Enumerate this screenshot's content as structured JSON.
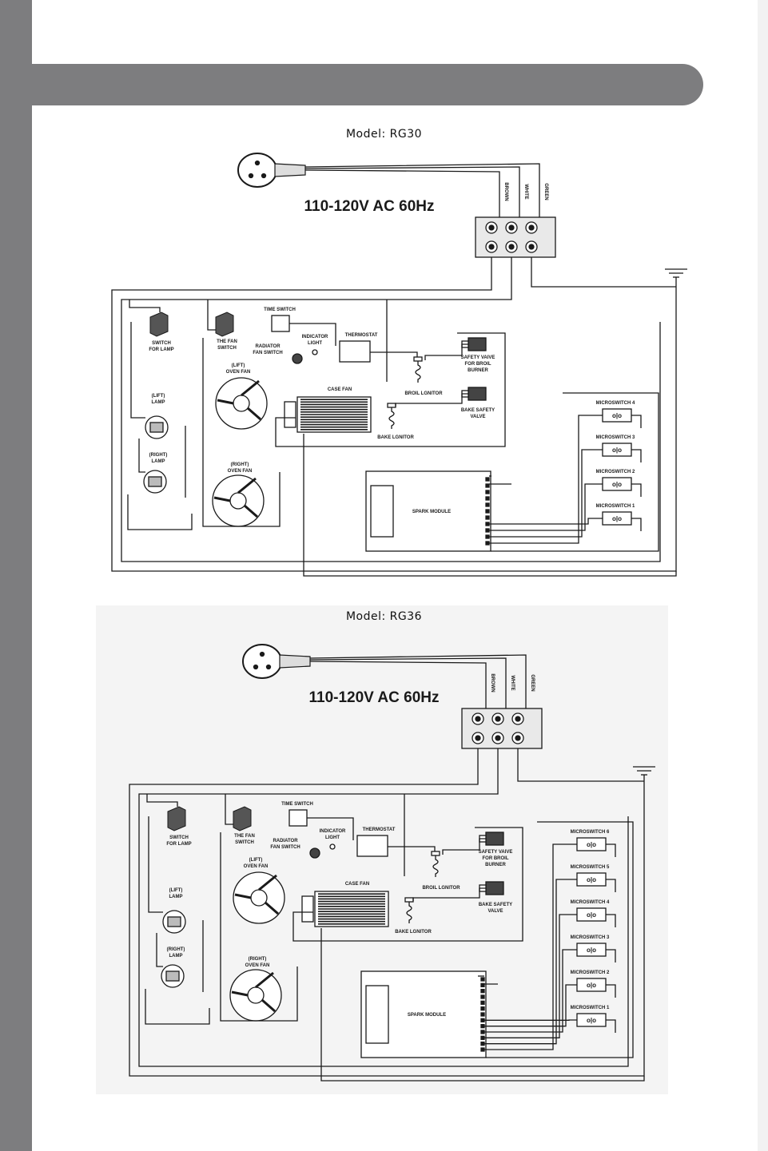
{
  "colors": {
    "sidebar": "#7d7d7f",
    "header_band": "#7d7d7f",
    "ink": "#1a1a1a"
  },
  "diagrams": [
    {
      "model": "Model: RG30",
      "voltage": "110-120V AC   60Hz",
      "wires": [
        "BROWN",
        "WHITE",
        "GREEN"
      ],
      "labels": {
        "time_switch": "TIME SWITCH",
        "switch_lamp_1": "SWITCH",
        "switch_lamp_2": "FOR LAMP",
        "fan_switch_1": "THE FAN",
        "fan_switch_2": "SWITCH",
        "radiator_1": "RADIATOR",
        "radiator_2": "FAN SWITCH",
        "indicator_1": "INDICATOR",
        "indicator_2": "LIGHT",
        "thermostat": "THERMOSTAT",
        "left_fan_1": "(LIFT)",
        "left_fan_2": "OVEN FAN",
        "left_lamp_1": "(LIFT)",
        "left_lamp_2": "LAMP",
        "right_lamp_1": "(RIGHT)",
        "right_lamp_2": "LAMP",
        "right_fan_1": "(RIGHT)",
        "right_fan_2": "OVEN FAN",
        "case_fan": "CASE  FAN",
        "safety_1": "SAFETY VAIVE",
        "safety_2": "FOR BROIL",
        "safety_3": "BURNER",
        "broil_ignitor": "BROIL LGNITOR",
        "bake_safety_1": "BAKE SAFETY",
        "bake_safety_2": "VALVE",
        "bake_ignitor": "BAKE LGNITOR",
        "spark_module": "SPARK MODULE"
      },
      "microswitches": [
        "MICROSWITCH 4",
        "MICROSWITCH 3",
        "MICROSWITCH 2",
        "MICROSWITCH 1"
      ]
    },
    {
      "model": "Model: RG36",
      "voltage": "110-120V AC   60Hz",
      "wires": [
        "BROWN",
        "WHITE",
        "GREEN"
      ],
      "labels": {
        "time_switch": "TIME SWITCH",
        "switch_lamp_1": "SWITCH",
        "switch_lamp_2": "FOR LAMP",
        "fan_switch_1": "THE FAN",
        "fan_switch_2": "SWITCH",
        "radiator_1": "RADIATOR",
        "radiator_2": "FAN SWITCH",
        "indicator_1": "INDICATOR",
        "indicator_2": "LIGHT",
        "thermostat": "THERMOSTAT",
        "left_fan_1": "(LIFT)",
        "left_fan_2": "OVEN FAN",
        "left_lamp_1": "(LIFT)",
        "left_lamp_2": "LAMP",
        "right_lamp_1": "(RIGHT)",
        "right_lamp_2": "LAMP",
        "right_fan_1": "(RIGHT)",
        "right_fan_2": "OVEN FAN",
        "case_fan": "CASE  FAN",
        "safety_1": "SAFETY VAIVE",
        "safety_2": "FOR BROIL",
        "safety_3": "BURNER",
        "broil_ignitor": "BROIL LGNITOR",
        "bake_safety_1": "BAKE SAFETY",
        "bake_safety_2": "VALVE",
        "bake_ignitor": "BAKE LGNITOR",
        "spark_module": "SPARK MODULE"
      },
      "microswitches": [
        "MICROSWITCH 6",
        "MICROSWITCH 5",
        "MICROSWITCH 4",
        "MICROSWITCH 3",
        "MICROSWITCH 2",
        "MICROSWITCH 1"
      ]
    }
  ]
}
